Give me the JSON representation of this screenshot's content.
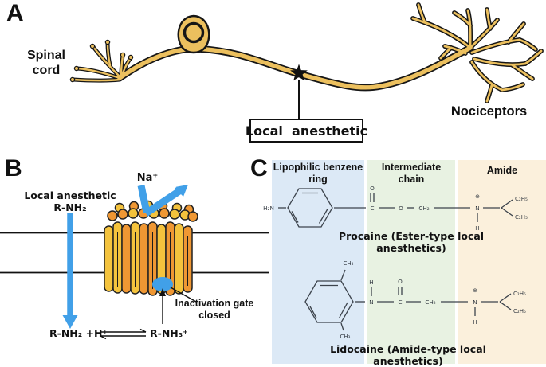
{
  "colors": {
    "neuron_fill": "#ecc05e",
    "channel_yellow": "#f4c33d",
    "channel_orange": "#ef9733",
    "arrow_blue": "#41a0e8",
    "region_blue": "#dce9f6",
    "region_green": "#e8f2e2",
    "region_orange": "#fbf0dc",
    "outline": "#111111"
  },
  "panel_a": {
    "label": "A",
    "spinal_cord": {
      "line1": "Spinal",
      "line2": "cord"
    },
    "nociceptors": "Nociceptors",
    "anesthetic_box": "Local  anesthetic",
    "star_icon": "★"
  },
  "panel_b": {
    "label": "B",
    "sodium": "Na⁺",
    "anesthetic": {
      "line1": "Local anesthetic",
      "line2": "R-NH₂"
    },
    "gate": {
      "line1": "Inactivation gate",
      "line2": "closed"
    },
    "equation": {
      "left": "R-NH₂ +H⁺",
      "right": "R-NH₃⁺"
    }
  },
  "panel_c": {
    "label": "C",
    "regions": [
      {
        "title1": "Lipophilic benzene",
        "title2": "ring",
        "color": "#dce9f6"
      },
      {
        "title1": "Intermediate",
        "title2": "chain",
        "color": "#e8f2e2"
      },
      {
        "title1": "Amide",
        "title2": "",
        "color": "#fbf0dc"
      }
    ],
    "procaine": {
      "caption": "Procaine (Ester-type local anesthetics)",
      "amine": "H₂N",
      "carbonyl_c": "C",
      "carbonyl_o": "O",
      "ester_o": "O",
      "ch2": "CH₂",
      "n": "N",
      "charge": "⊕",
      "n_h": "H",
      "ethyl1": "C₂H₅",
      "ethyl2": "C₂H₅"
    },
    "lidocaine": {
      "caption": "Lidocaine (Amide-type local anesthetics)",
      "methyl_top": "CH₃",
      "methyl_bottom": "CH₃",
      "amide_h": "H",
      "amide_n": "N",
      "carbonyl_c": "C",
      "carbonyl_o": "O",
      "ch2": "CH₂",
      "n": "N",
      "charge": "⊕",
      "n_h": "H",
      "ethyl1": "C₂H₅",
      "ethyl2": "C₂H₅"
    }
  }
}
